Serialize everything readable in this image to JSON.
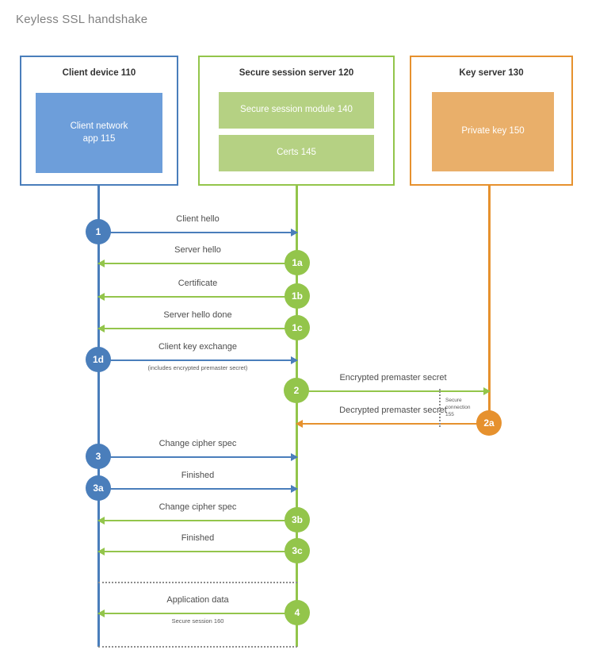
{
  "title": "Keyless SSL handshake",
  "colors": {
    "blue": "#4A7EBB",
    "blue_fill": "#6D9EDA",
    "green": "#93C54B",
    "green_fill": "#B5D183",
    "orange": "#E6912E",
    "orange_fill": "#E9AF6A",
    "dotted": "#8C8C8C",
    "label_text": "#4D4D4D",
    "title_text": "#808080"
  },
  "actors": [
    {
      "id": "client",
      "title": "Client device 110",
      "accent": "blue",
      "inner": [
        {
          "label": "Client network\napp 115"
        }
      ]
    },
    {
      "id": "secure-session-server",
      "title": "Secure session server 120",
      "accent": "green",
      "inner": [
        {
          "label": "Secure session module 140"
        },
        {
          "label": "Certs 145"
        }
      ]
    },
    {
      "id": "key-server",
      "title": "Key server 130",
      "accent": "orange",
      "inner": [
        {
          "label": "Private key 150"
        }
      ]
    }
  ],
  "messages": [
    {
      "step": "1",
      "label": "Client hello",
      "sub": "",
      "accent": "blue",
      "from": "client",
      "to": "secure-session-server"
    },
    {
      "step": "1a",
      "label": "Server hello",
      "sub": "",
      "accent": "green",
      "from": "secure-session-server",
      "to": "client"
    },
    {
      "step": "1b",
      "label": "Certificate",
      "sub": "",
      "accent": "green",
      "from": "secure-session-server",
      "to": "client"
    },
    {
      "step": "1c",
      "label": "Server hello done",
      "sub": "",
      "accent": "green",
      "from": "secure-session-server",
      "to": "client"
    },
    {
      "step": "1d",
      "label": "Client key exchange",
      "sub": "(includes encrypted premaster secret)",
      "accent": "blue",
      "from": "client",
      "to": "secure-session-server"
    },
    {
      "step": "2",
      "label": "Encrypted premaster secret",
      "sub": "",
      "accent": "green",
      "from": "secure-session-server",
      "to": "key-server"
    },
    {
      "step": "2a",
      "label": "Decrypted premaster secret",
      "sub": "",
      "accent": "orange",
      "from": "key-server",
      "to": "secure-session-server"
    },
    {
      "step": "3",
      "label": "Change cipher spec",
      "sub": "",
      "accent": "blue",
      "from": "client",
      "to": "secure-session-server"
    },
    {
      "step": "3a",
      "label": "Finished",
      "sub": "",
      "accent": "blue",
      "from": "client",
      "to": "secure-session-server"
    },
    {
      "step": "3b",
      "label": "Change cipher spec",
      "sub": "",
      "accent": "green",
      "from": "secure-session-server",
      "to": "client"
    },
    {
      "step": "3c",
      "label": "Finished",
      "sub": "",
      "accent": "green",
      "from": "secure-session-server",
      "to": "client"
    },
    {
      "step": "4",
      "label": "Application data",
      "sub": "Secure session 160",
      "accent": "green",
      "from": "secure-session-server",
      "to": "client"
    }
  ],
  "annotations": {
    "secure_connection": "Secure\nconnection\n155"
  }
}
